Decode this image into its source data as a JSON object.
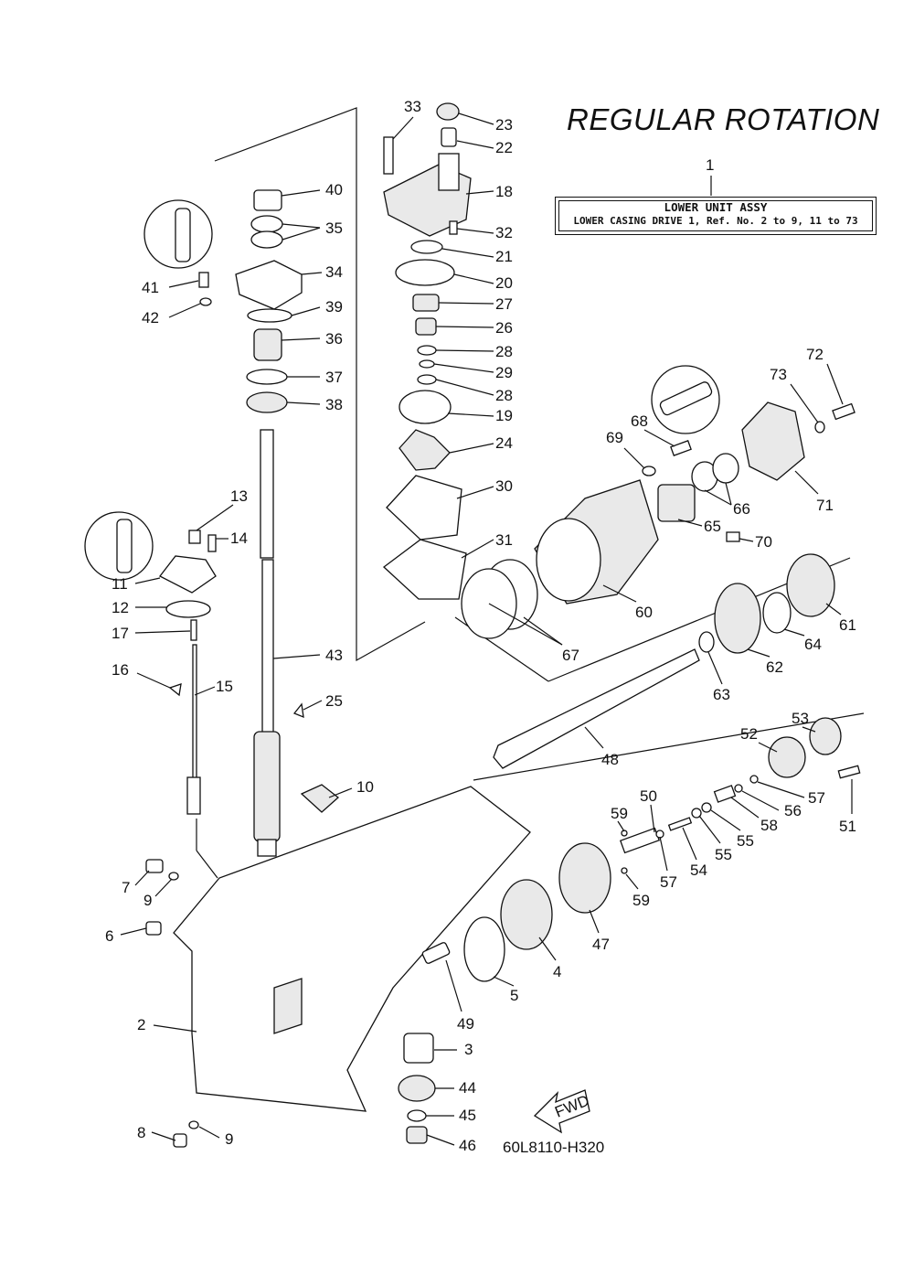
{
  "header": {
    "title": "REGULAR ROTATION",
    "assembly_ref": "1",
    "assembly_name": "LOWER UNIT ASSY",
    "assembly_desc": "LOWER CASING DRIVE 1,  Ref. No. 2 to 9, 11 to 73"
  },
  "fwd_label": "FWD",
  "diagram_code": "60L8110-H320",
  "callouts": [
    "2",
    "3",
    "4",
    "5",
    "6",
    "7",
    "8",
    "9",
    "9",
    "10",
    "11",
    "12",
    "13",
    "14",
    "15",
    "16",
    "17",
    "18",
    "19",
    "20",
    "21",
    "22",
    "23",
    "24",
    "25",
    "26",
    "27",
    "28",
    "28",
    "29",
    "30",
    "31",
    "32",
    "33",
    "34",
    "35",
    "36",
    "37",
    "38",
    "39",
    "40",
    "41",
    "42",
    "43",
    "44",
    "45",
    "46",
    "47",
    "48",
    "49",
    "50",
    "51",
    "52",
    "53",
    "54",
    "55",
    "55",
    "56",
    "57",
    "57",
    "58",
    "59",
    "59",
    "60",
    "61",
    "62",
    "63",
    "64",
    "65",
    "66",
    "67",
    "68",
    "69",
    "70",
    "71",
    "72",
    "73"
  ]
}
